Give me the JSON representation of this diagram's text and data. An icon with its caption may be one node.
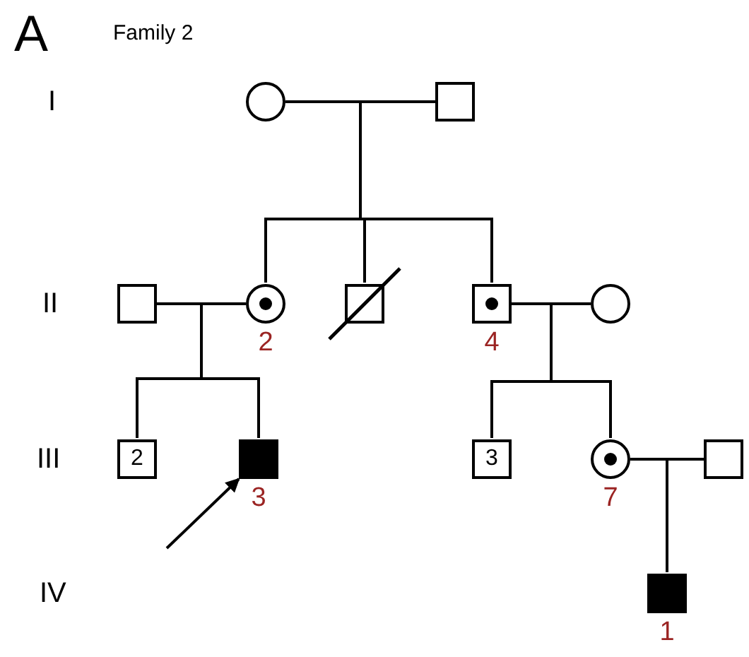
{
  "diagram": {
    "nodes": [
      {
        "text": [],
        "shape": "circle"
      },
      {
        "text": [],
        "shape": "box"
      },
      {
        "text": [],
        "shape": "box"
      },
      {
        "text": [],
        "shape": "circle",
        "beside": [
          "2"
        ]
      },
      {
        "text": [],
        "shape": "box"
      },
      {
        "text": [],
        "shape": "box",
        "beside": [
          "4"
        ]
      },
      {
        "text": [],
        "shape": "circle"
      },
      {
        "text": [
          "2"
        ]
      },
      {
        "text": [],
        "shape": "box",
        "beside": [
          "3"
        ]
      },
      {
        "text": [
          "3"
        ]
      },
      {
        "text": [],
        "shape": "circle",
        "beside": [
          "7"
        ]
      },
      {
        "text": [],
        "shape": "box"
      },
      {
        "text": [],
        "shape": "box",
        "beside": [
          "1"
        ]
      }
    ],
    "edges": [
      {
        "from": 0,
        "to": 1,
        "arrow": "none"
      },
      {
        "from": 0,
        "to": 3,
        "arrow": "none"
      },
      {
        "from": 1,
        "to": 3,
        "arrow": "none"
      },
      {
        "from": 0,
        "to": 4,
        "arrow": "none"
      },
      {
        "from": 1,
        "to": 4,
        "arrow": "none"
      },
      {
        "from": 0,
        "to": 5,
        "arrow": "none"
      },
      {
        "from": 1,
        "to": 5,
        "arrow": "none"
      },
      {
        "from": 2,
        "to": 3,
        "arrow": "none"
      },
      {
        "from": 2,
        "to": 7,
        "arrow": "none"
      },
      {
        "from": 3,
        "to": 7,
        "arrow": "none"
      },
      {
        "from": 2,
        "to": 8,
        "arrow": "none"
      },
      {
        "from": 3,
        "to": 8,
        "arrow": "none"
      },
      {
        "from": 5,
        "to": 6,
        "arrow": "none"
      },
      {
        "from": 5,
        "to": 9,
        "arrow": "none"
      },
      {
        "from": 6,
        "to": 9,
        "arrow": "none"
      },
      {
        "from": 5,
        "to": 10,
        "arrow": "none"
      },
      {
        "from": 6,
        "to": 10,
        "arrow": "none"
      },
      {
        "from": 10,
        "to": 11,
        "arrow": "none"
      },
      {
        "from": 10,
        "to": 12,
        "arrow": "none"
      },
      {
        "from": 11,
        "to": 12,
        "arrow": "none"
      },
      {
        "from": null,
        "to": 8,
        "arrow": "to"
      }
    ],
    "labels": [
      "A",
      "Family 2",
      "I",
      "II",
      "III",
      "IV"
    ]
  }
}
